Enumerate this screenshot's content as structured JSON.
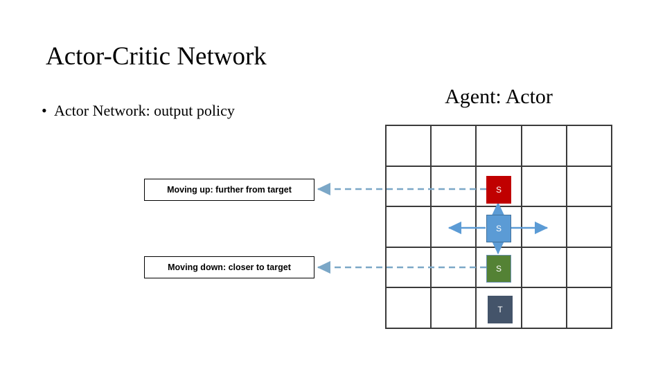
{
  "slide": {
    "title": "Actor-Critic Network",
    "bullet_marker": "•",
    "bullet_text": "Actor Network: output policy"
  },
  "diagram": {
    "heading": "Agent: Actor",
    "grid": {
      "columns": 5,
      "rows": 5,
      "line_color": "#3a3a3a"
    },
    "tokens": [
      {
        "label": "S",
        "name": "token-up-red",
        "color": "#C00000",
        "col": 3,
        "row": 2
      },
      {
        "label": "S",
        "name": "token-current-blue",
        "color": "#5B9BD5",
        "col": 3,
        "row": 3
      },
      {
        "label": "S",
        "name": "token-down-green",
        "color": "#548235",
        "col": 3,
        "row": 4
      },
      {
        "label": "T",
        "name": "token-target",
        "color": "#44546A",
        "col": 3,
        "row": 5
      }
    ],
    "action_arrow_color": "#5B9BD5",
    "connector_color": "#7BA7C7"
  },
  "labels": {
    "moving_up": "Moving up: further from target",
    "moving_down": "Moving down: closer to target"
  }
}
